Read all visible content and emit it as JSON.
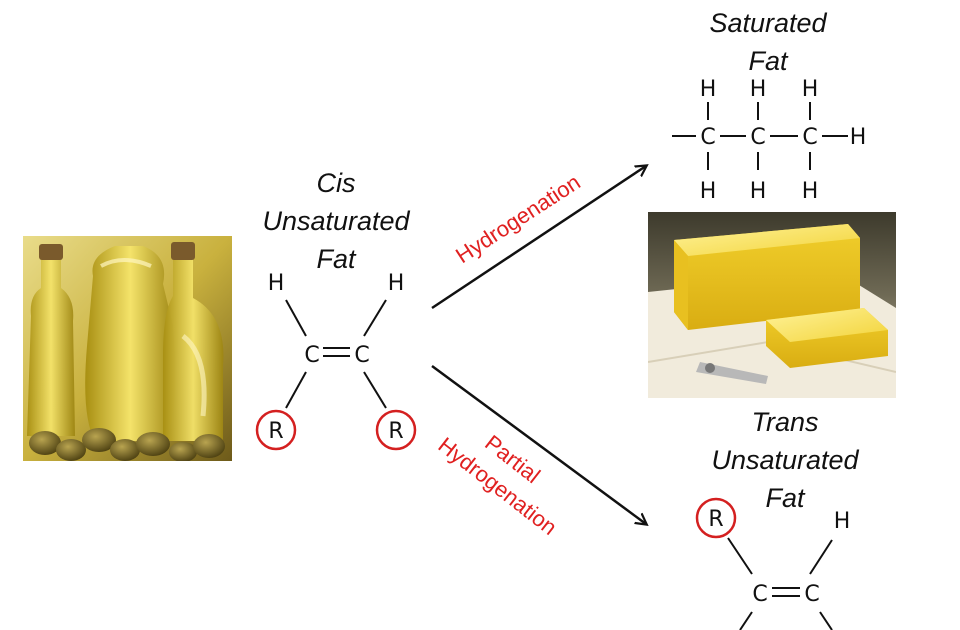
{
  "labels": {
    "cis": [
      "Cis",
      "Unsaturated",
      "Fat"
    ],
    "saturated": [
      "Saturated",
      "Fat"
    ],
    "trans": [
      "Trans",
      "Unsaturated",
      "Fat"
    ]
  },
  "reactions": {
    "hydrogenation": "Hydrogenation",
    "partial": [
      "Partial",
      "Hydrogenation"
    ]
  },
  "atoms": {
    "H": "H",
    "C": "C",
    "R": "R",
    "double_bond": "="
  },
  "colors": {
    "reaction_text": "#e02020",
    "highlight_circle": "#d42020",
    "text": "#111111"
  },
  "images": {
    "oil": "olive-oil-bottles-photo",
    "butter": "butter-block-photo"
  }
}
